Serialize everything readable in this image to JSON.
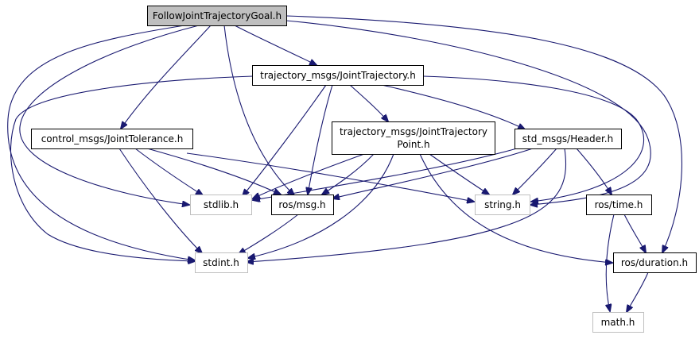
{
  "colors": {
    "edge": "#191970",
    "node_border": "#000000",
    "system_border": "#bfbfbf",
    "root_fill": "#bfbfbf",
    "node_fill": "#ffffff",
    "text": "#000000"
  },
  "nodes": {
    "root": {
      "label": "FollowJointTrajectoryGoal.h",
      "kind": "root"
    },
    "joint_trajectory": {
      "label": "trajectory_msgs/JointTrajectory.h",
      "kind": "local"
    },
    "joint_tolerance": {
      "label": "control_msgs/JointTolerance.h",
      "kind": "local"
    },
    "jtp_line1": {
      "label": "trajectory_msgs/JointTrajectory",
      "kind": "local"
    },
    "jtp_line2": {
      "label": "Point.h",
      "kind": "local"
    },
    "header": {
      "label": "std_msgs/Header.h",
      "kind": "local"
    },
    "stdlib": {
      "label": "stdlib.h",
      "kind": "system"
    },
    "ros_msg": {
      "label": "ros/msg.h",
      "kind": "local"
    },
    "string": {
      "label": "string.h",
      "kind": "system"
    },
    "ros_time": {
      "label": "ros/time.h",
      "kind": "local"
    },
    "stdint": {
      "label": "stdint.h",
      "kind": "system"
    },
    "ros_duration": {
      "label": "ros/duration.h",
      "kind": "local"
    },
    "math": {
      "label": "math.h",
      "kind": "system"
    }
  }
}
